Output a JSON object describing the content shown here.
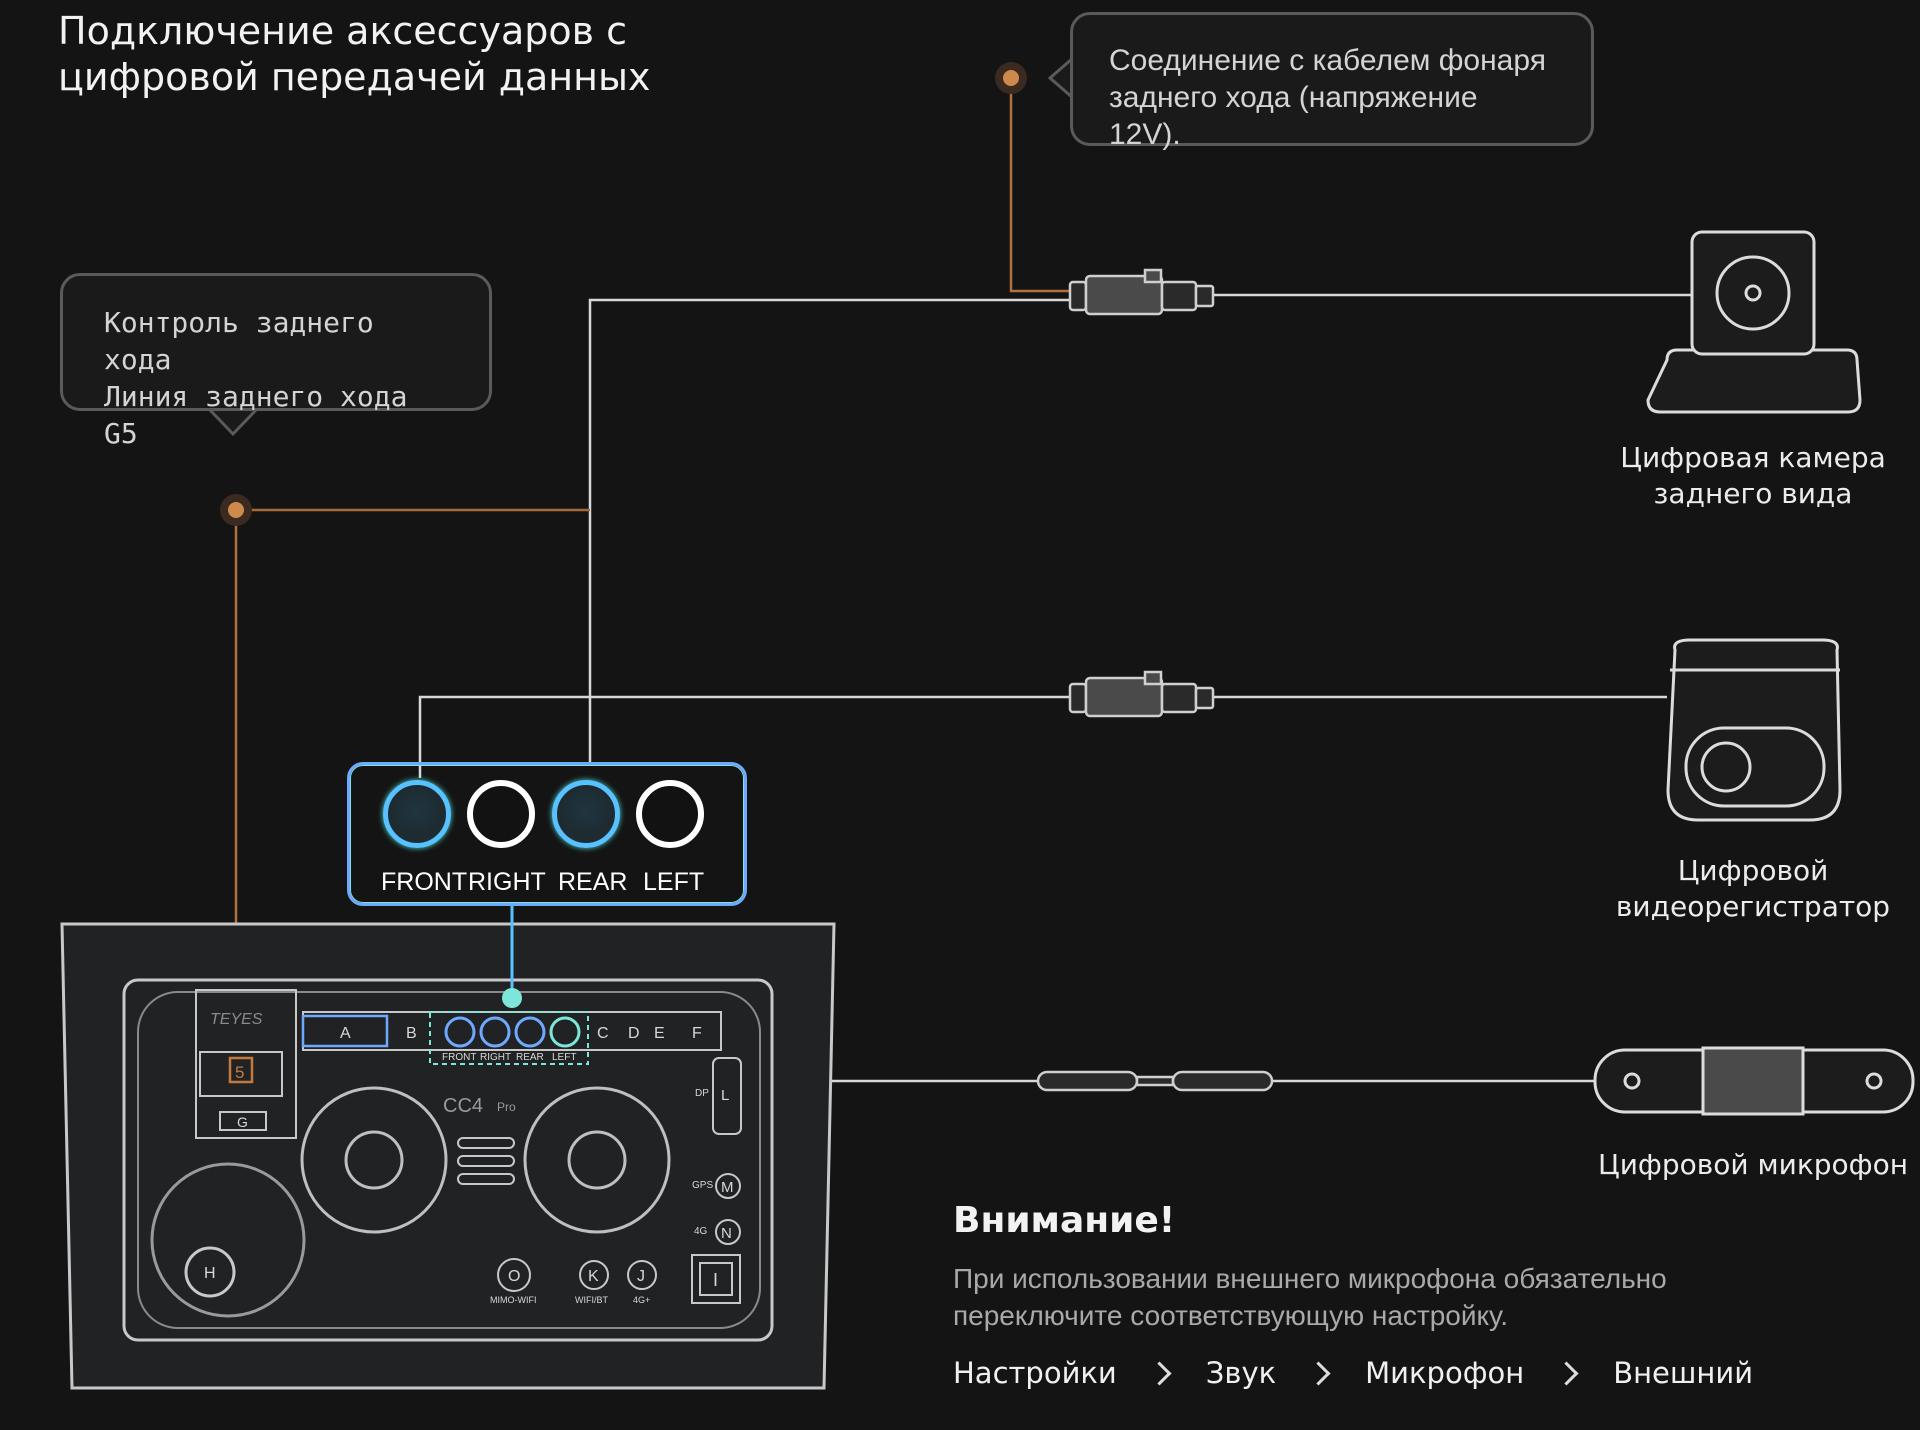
{
  "title_line1": "Подключение  аксессуаров с",
  "title_line2": "цифровой передачей данных",
  "callout_reverse_light": {
    "line1": "Соединение с кабелем фонаря",
    "line2": "заднего хода (напряжение 12V)."
  },
  "callout_reverse_control": {
    "line1": "Контроль заднего хода",
    "line2": "Линия заднего хода G5"
  },
  "ports": [
    {
      "label": "FRONT",
      "state": "active"
    },
    {
      "label": "RIGHT",
      "state": "idle"
    },
    {
      "label": "REAR",
      "state": "active"
    },
    {
      "label": "LEFT",
      "state": "idle"
    }
  ],
  "devices": {
    "rear_camera": {
      "line1": "Цифровая камера",
      "line2": "заднего вида"
    },
    "dashcam": {
      "line1": "Цифровой",
      "line2": "видеорегистратор"
    },
    "microphone": {
      "line1": "Цифровой микрофон"
    }
  },
  "head_unit": {
    "brand": "TEYES",
    "model": "CC4",
    "model_badge": "Pro",
    "connector_labels": [
      "A",
      "B",
      "C",
      "D",
      "E",
      "F"
    ],
    "small_port_labels": [
      "FRONT",
      "RIGHT",
      "REAR",
      "LEFT"
    ],
    "pin_5": "5",
    "pin_g": "G",
    "side_labels": [
      "DP",
      "L",
      "GPS",
      "M",
      "4G",
      "N"
    ],
    "bottom_ports": [
      {
        "letter": "O",
        "label": "MIMO-WIFI"
      },
      {
        "letter": "K",
        "label": "WIFI/BT"
      },
      {
        "letter": "J",
        "label": "4G+"
      }
    ],
    "h_label": "H",
    "i_label": "I"
  },
  "warning": {
    "title": "Внимание!",
    "line1": "При использовании внешнего микрофона обязательно",
    "line2": "переключите соответствующую настройку."
  },
  "breadcrumb": [
    "Настройки",
    "Звук",
    "Микрофон",
    "Внешний"
  ],
  "colors": {
    "background": "#141414",
    "wire": "#d8d8d8",
    "signal_wire": "#b07040",
    "port_accent": "#57c2ff",
    "port_glow": "#4fd9d0"
  }
}
